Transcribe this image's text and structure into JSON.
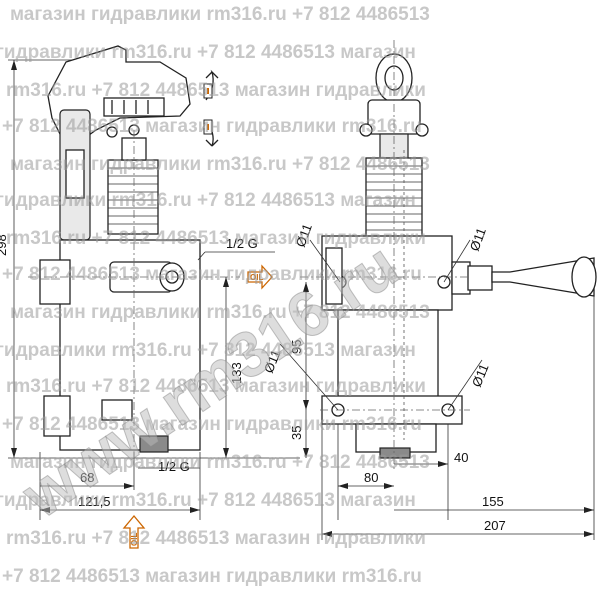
{
  "watermark": {
    "lines": [
      "магазин гидравлики rm316.ru +7 812 4486513",
      "гидравлики rm316.ru +7 812 4486513 магазин",
      "rm316.ru +7 812 4486513 магазин гидравлики",
      "+7 812 4486513 магазин гидравлики rm316.ru",
      "магазин гидравлики rm316.ru +7 812 4486513",
      "гидравлики rm316.ru +7 812 4486513 магазин",
      "rm316.ru +7 812 4486513 магазин гидравлики",
      "+7 812 4486513 магазин гидравлики rm316.ru",
      "магазин гидравлики rm316.ru +7 812 4486513",
      "гидравлики rm316.ru +7 812 4486513 магазин",
      "rm316.ru +7 812 4486513 магазин гидравлики",
      "+7 812 4486513 магазин гидравлики rm316.ru",
      "магазин гидравлики rm316.ru +7 812 4486513",
      "гидравлики rm316.ru +7 812 4486513 магазин",
      "rm316.ru +7 812 4486513 магазин гидравлики",
      "+7 812 4486513 магазин гидравлики rm316.ru"
    ],
    "big": "www.rm316.ru"
  },
  "dimensions": {
    "overall_height": "298",
    "port_thread_top": "1/2 G",
    "port_height": "133",
    "port_offset_x": "68",
    "port_thread_bottom": "1/2 G",
    "side_width": "121,5",
    "hole_top_left": "Ø11",
    "hole_top_right": "Ø11",
    "hole_bottom_left": "Ø11",
    "hole_bottom_right": "Ø11",
    "mount_height": "95",
    "foot_height": "35",
    "hole_spacing": "80",
    "half_spacing": "40",
    "width_155": "155",
    "width_207": "207"
  },
  "labels": {
    "oil_inlet": "OIL",
    "oil_bottom": "OIL"
  },
  "colors": {
    "line": "#222222",
    "oil": "#cc6600",
    "watermark": "#9a9a9a"
  },
  "icons": {
    "rotation": "rotate-arrow-icon",
    "flow": "oil-flow-arrow-icon"
  }
}
